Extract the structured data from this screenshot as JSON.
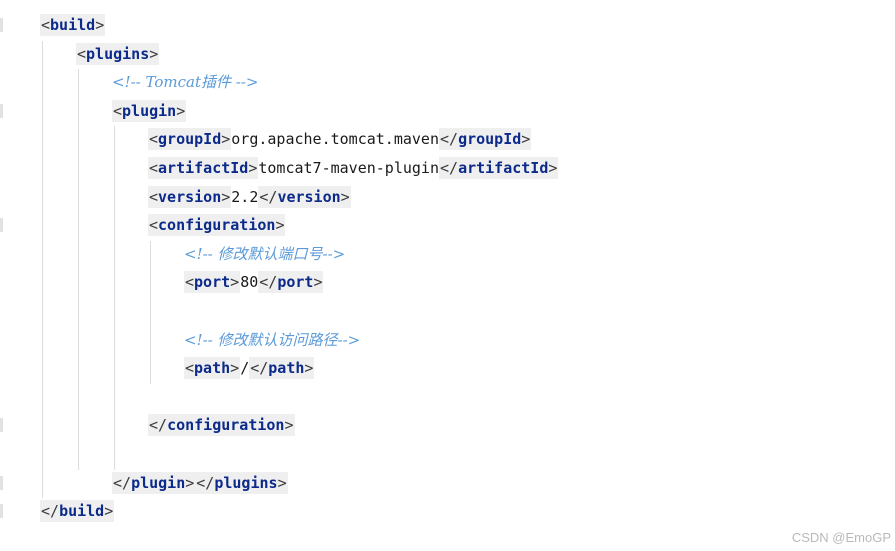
{
  "editor": {
    "lines": [
      {
        "type": "open",
        "indent": 0,
        "tag": "build"
      },
      {
        "type": "open",
        "indent": 1,
        "tag": "plugins"
      },
      {
        "type": "comment",
        "indent": 2,
        "text": "<!-- Tomcat插件 -->"
      },
      {
        "type": "open",
        "indent": 2,
        "tag": "plugin"
      },
      {
        "type": "element",
        "indent": 3,
        "tag": "groupId",
        "value": "org.apache.tomcat.maven"
      },
      {
        "type": "element",
        "indent": 3,
        "tag": "artifactId",
        "value": "tomcat7-maven-plugin"
      },
      {
        "type": "element",
        "indent": 3,
        "tag": "version",
        "value": "2.2"
      },
      {
        "type": "open",
        "indent": 3,
        "tag": "configuration"
      },
      {
        "type": "comment",
        "indent": 4,
        "text": "<!-- 修改默认端口号-->"
      },
      {
        "type": "element",
        "indent": 4,
        "tag": "port",
        "value": "80"
      },
      {
        "type": "blank",
        "indent": 4
      },
      {
        "type": "comment",
        "indent": 4,
        "text": "<!-- 修改默认访问路径-->"
      },
      {
        "type": "element",
        "indent": 4,
        "tag": "path",
        "value": "/"
      },
      {
        "type": "blank",
        "indent": 3
      },
      {
        "type": "close",
        "indent": 3,
        "tag": "configuration"
      },
      {
        "type": "blank",
        "indent": 2
      },
      {
        "type": "closepair",
        "indent": 2,
        "tag1": "plugin",
        "tag2": "plugins"
      },
      {
        "type": "close",
        "indent": 0,
        "tag": "build"
      }
    ]
  },
  "watermark": "CSDN @EmoGP",
  "colors": {
    "tag_name": "#0b2a8a",
    "tag_background": "#efefef",
    "comment": "#5a9ad8",
    "text": "#1a1a1a",
    "indent_guide": "#dcdcdc"
  }
}
